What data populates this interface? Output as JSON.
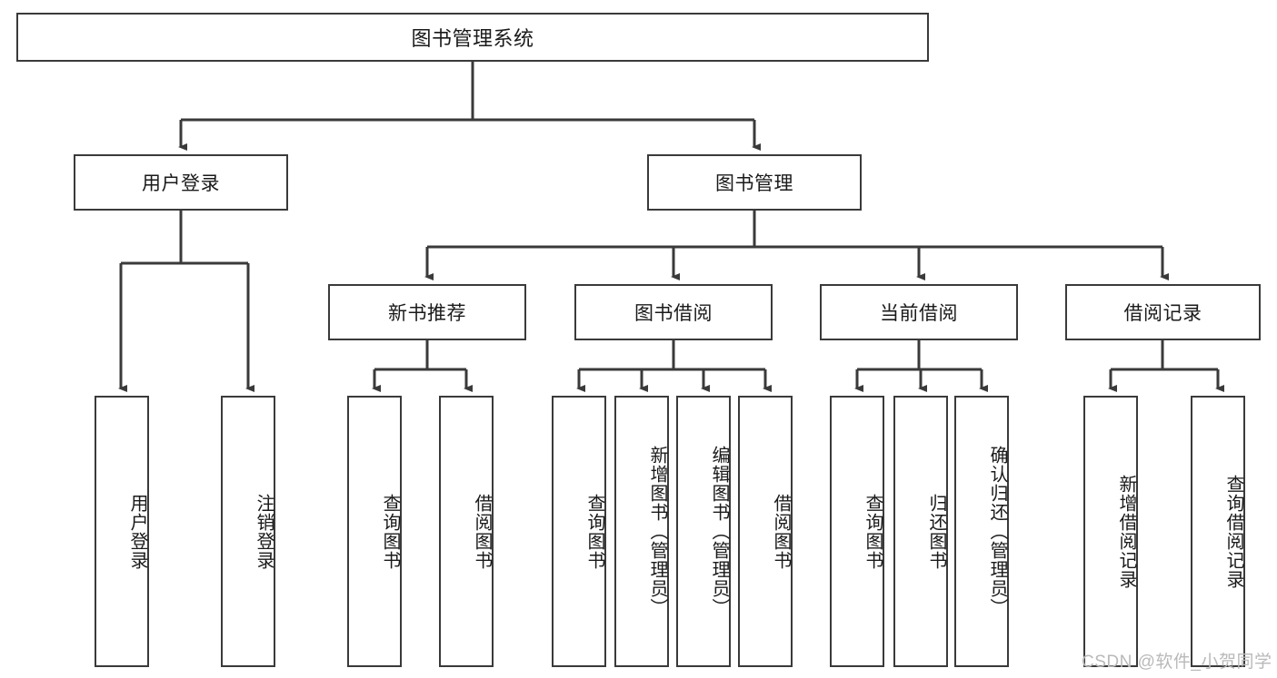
{
  "diagram": {
    "title": "图书管理系统",
    "type": "tree-hierarchy",
    "orientation": "top-down",
    "line_color": "#3a3a3a",
    "box_fill": "#ffffff",
    "text_color": "#1a1a1a"
  },
  "root": {
    "label": "图书管理系统"
  },
  "level2": [
    {
      "label": "用户登录"
    },
    {
      "label": "图书管理"
    }
  ],
  "level3": [
    {
      "label": "新书推荐"
    },
    {
      "label": "图书借阅"
    },
    {
      "label": "当前借阅"
    },
    {
      "label": "借阅记录"
    }
  ],
  "leaves": {
    "user_login": [
      {
        "label": "用户登录"
      },
      {
        "label": "注销登录"
      }
    ],
    "new_book_recommend": [
      {
        "label": "查询图书"
      },
      {
        "label": "借阅图书"
      }
    ],
    "book_borrow": [
      {
        "label": "查询图书"
      },
      {
        "label": "新增图书（管理员）"
      },
      {
        "label": "编辑图书（管理员）"
      },
      {
        "label": "借阅图书"
      }
    ],
    "current_borrow": [
      {
        "label": "查询图书"
      },
      {
        "label": "归还图书"
      },
      {
        "label": "确认归还（管理员）"
      }
    ],
    "borrow_record": [
      {
        "label": "新增借阅记录"
      },
      {
        "label": "查询借阅记录"
      }
    ]
  },
  "watermark": {
    "text": "CSDN @软件_小贺同学"
  }
}
